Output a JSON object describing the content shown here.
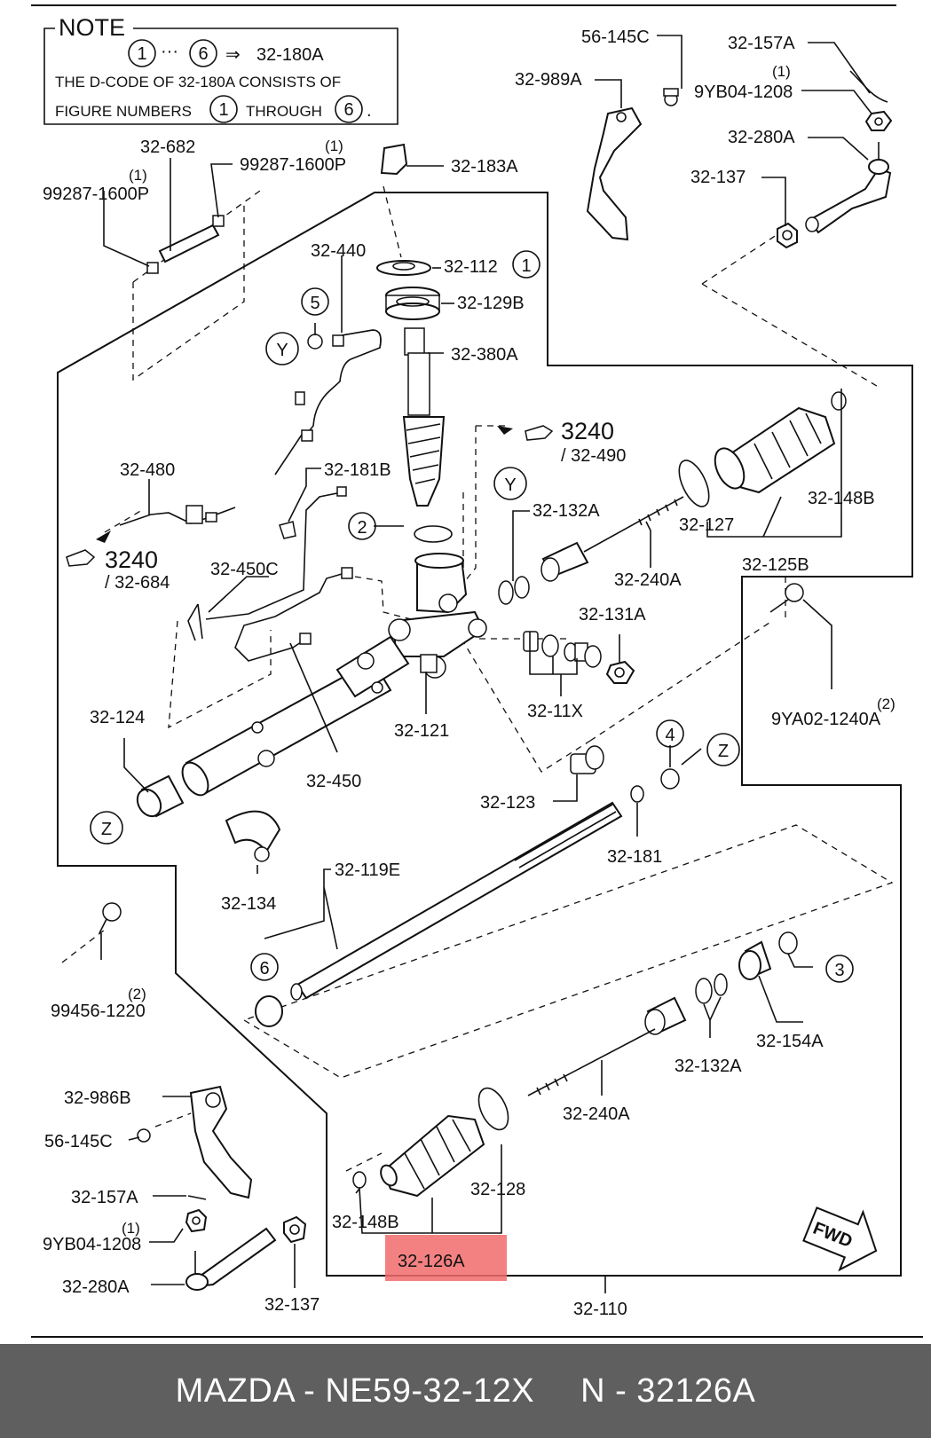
{
  "note": {
    "title": "NOTE",
    "circle_start": "1",
    "ellipsis": "···",
    "circle_end": "6",
    "arrow": "⇒",
    "code": "32-180A",
    "line1": "THE D-CODE OF 32-180A CONSISTS OF",
    "line2_a": "FIGURE NUMBERS",
    "line2_circle_a": "1",
    "line2_b": "THROUGH",
    "line2_circle_b": "6",
    "line2_end": "."
  },
  "labels": {
    "p56_145C_top": "56-145C",
    "p32_157A_top": "32-157A",
    "p32_989A": "32-989A",
    "p9YB04_top_qty": "(1)",
    "p9YB04_top": "9YB04-1208",
    "p32_280A_top": "32-280A",
    "p32_137_top": "32-137",
    "p32_682": "32-682",
    "p99287_right_qty": "(1)",
    "p99287_right": "99287-1600P",
    "p99287_left_qty": "(1)",
    "p99287_left": "99287-1600P",
    "p32_183A": "32-183A",
    "p32_440": "32-440",
    "p32_112": "32-112",
    "p32_112_circle": "1",
    "p32_129B": "32-129B",
    "p32_380A": "32-380A",
    "circle_5": "5",
    "circle_Y_left": "Y",
    "ref_3240_right": "3240",
    "ref_32_490": "/ 32-490",
    "p32_480": "32-480",
    "p32_181B": "32-181B",
    "circle_Y_right": "Y",
    "p32_148B_top": "32-148B",
    "p32_127": "32-127",
    "p32_125B": "32-125B",
    "circle_2": "2",
    "p32_132A_top": "32-132A",
    "ref_3240_left": "3240",
    "ref_32_684": "/ 32-684",
    "p32_450C": "32-450C",
    "p32_240A_top": "32-240A",
    "p32_131A": "32-131A",
    "p9YA02_qty": "(2)",
    "p9YA02": "9YA02-1240A",
    "p32_11X": "32-11X",
    "p32_124": "32-124",
    "p32_121": "32-121",
    "p32_450": "32-450",
    "circle_4": "4",
    "circle_Z_right": "Z",
    "p32_123": "32-123",
    "circle_Z_left": "Z",
    "p32_181": "32-181",
    "p32_119E": "32-119E",
    "p32_134": "32-134",
    "circle_6": "6",
    "p99456_qty": "(2)",
    "p99456": "99456-1220",
    "circle_3": "3",
    "p32_154A": "32-154A",
    "p32_132A_bottom": "32-132A",
    "p32_240A_bottom": "32-240A",
    "p32_986B": "32-986B",
    "p56_145C_bottom": "56-145C",
    "p32_128": "32-128",
    "p32_157A_bottom": "32-157A",
    "p32_148B_bottom": "32-148B",
    "p9YB04_bottom_qty": "(1)",
    "p9YB04_bottom": "9YB04-1208",
    "p32_126A": "32-126A",
    "fwd": "FWD",
    "p32_280A_bottom": "32-280A",
    "p32_137_bottom": "32-137",
    "p32_110": "32-110"
  },
  "highlight": {
    "part": "32-126A",
    "color": "#f26b6b"
  },
  "footer": {
    "text_left": "MAZDA - NE59-32-12X",
    "text_right": "N - 32126A",
    "background": "#5f5f5f"
  }
}
